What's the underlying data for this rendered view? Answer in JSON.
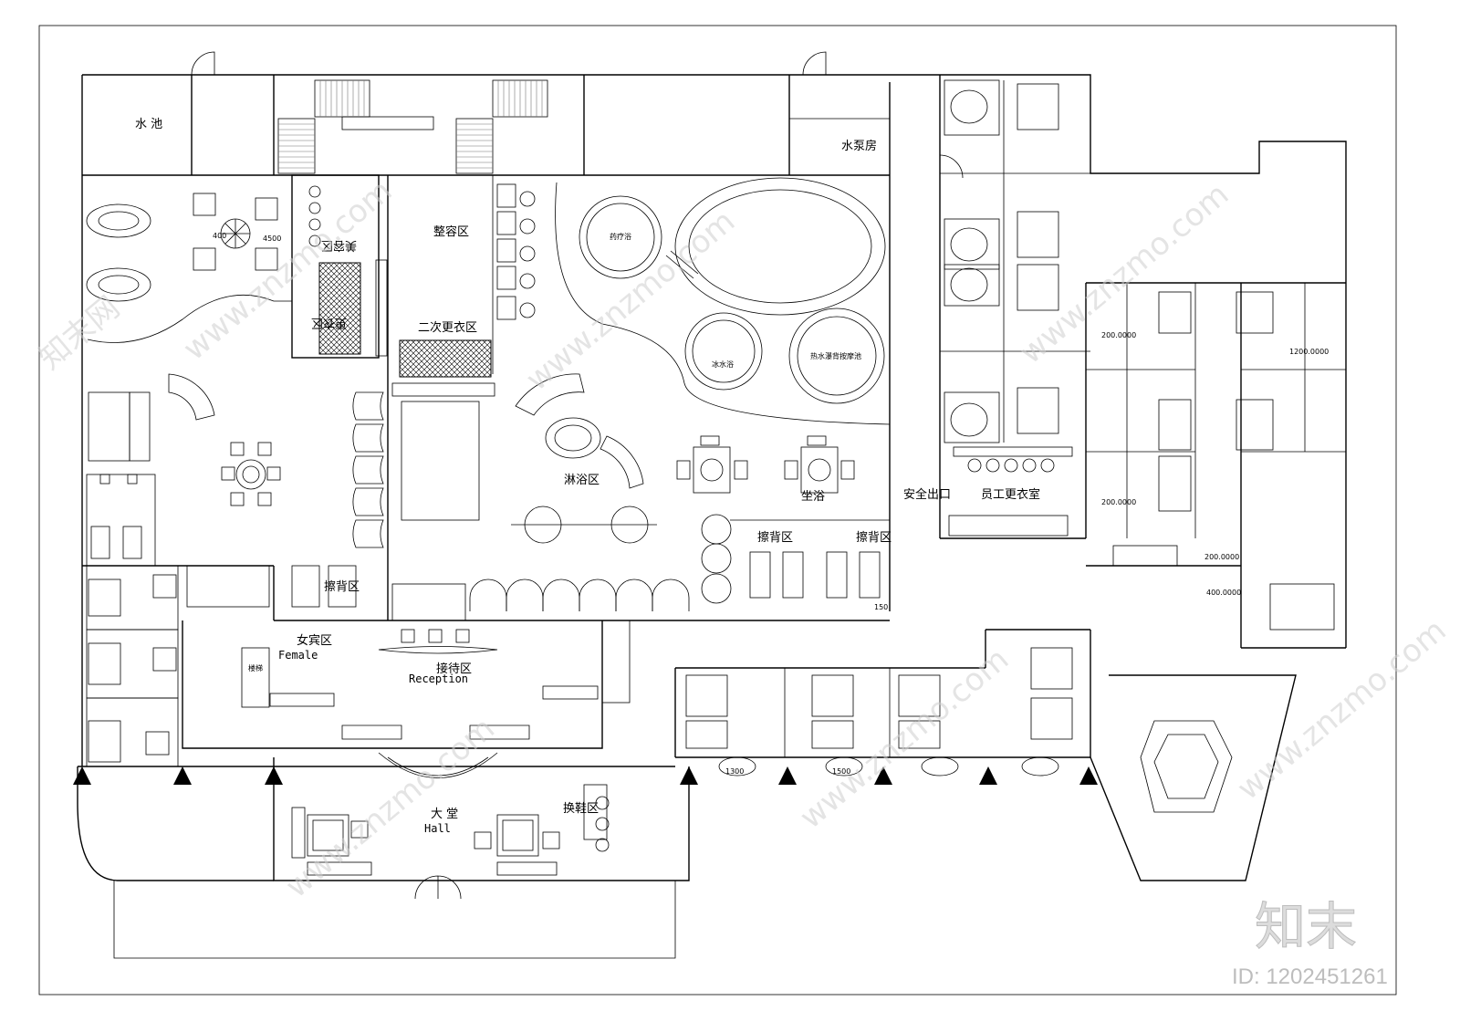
{
  "rooms": {
    "pool": "水 池",
    "pump_room": "水泵房",
    "beauty_left": "美容区",
    "beauty_left_2": "更衣区",
    "grooming": "整容区",
    "second_changing": "二次更衣区",
    "herbal_bath": "药疗浴",
    "ice_bath": "冰水浴",
    "hot_pool": "热水瀑背按摩池",
    "shower_area": "淋浴区",
    "sitting_bath": "坐浴",
    "safety_exit": "安全出口",
    "staff_changing": "员工更衣室",
    "scrub_1": "擦背区",
    "scrub_2": "擦背区",
    "scrub_3": "擦背区",
    "female_cn": "女宾区",
    "female_en": "Female",
    "stairs": "楼梯",
    "reception_cn": "接待区",
    "reception_en": "Reception",
    "hall_cn": "大 堂",
    "hall_en": "Hall",
    "shoe_change": "换鞋区"
  },
  "dimensions": {
    "d_400": "400",
    "d_4500": "4500",
    "d_150": "150",
    "d_200_a": "200.0000",
    "d_200_b": "200.0000",
    "d_1200": "1200.0000",
    "d_1500": "1500",
    "d_400k": "400.0000",
    "d_2000": "200.0000",
    "d_1300": "1300"
  },
  "watermark": {
    "site": "www.znzmo.com",
    "brand": "知末",
    "brand_net": "知末网",
    "id": "ID: 1202451261"
  }
}
